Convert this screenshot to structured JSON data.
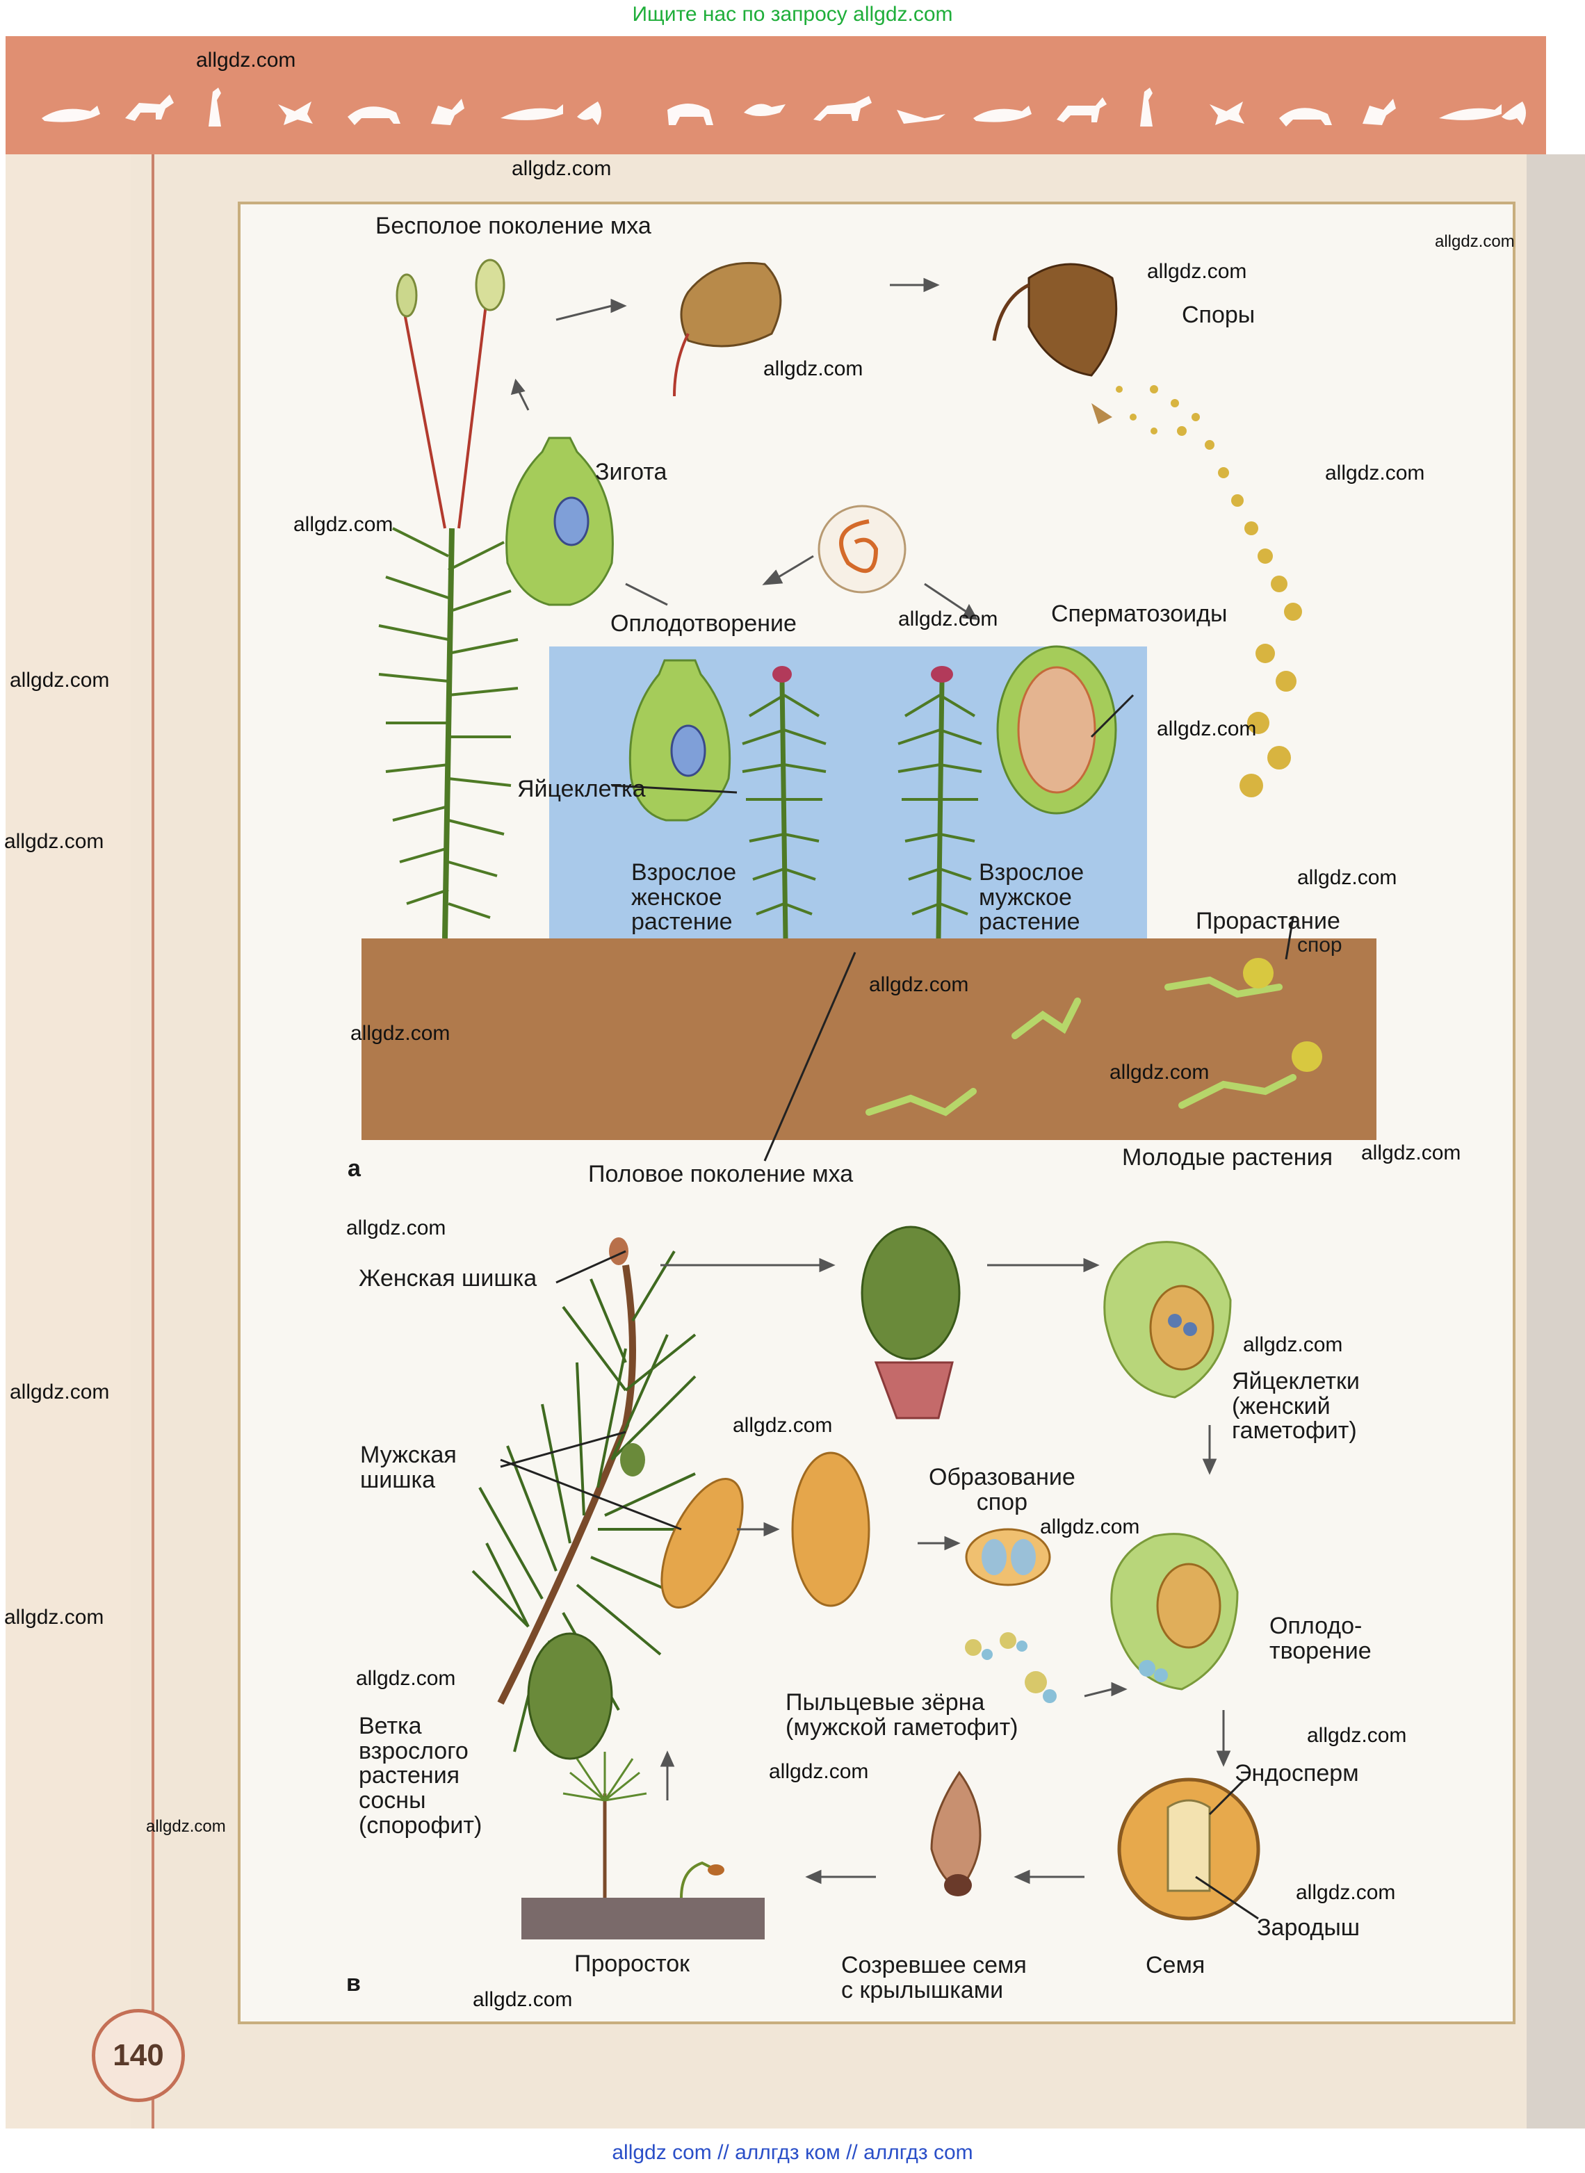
{
  "header": {
    "search_hint": "Ищите нас по запросу allgdz.com"
  },
  "footer": {
    "links_text": "allgdz com  //  аллгдз ком  //  аллгдз com"
  },
  "page_number": "140",
  "moss": {
    "asexual_generation": "Бесполое поколение мха",
    "spores": "Споры",
    "zygote": "Зигота",
    "fertilization": "Оплодотворение",
    "sperm": "Сперматозоиды",
    "egg_cell": "Яйцеклетка",
    "adult_female": "Взрослое\nженское\nрастение",
    "adult_male": "Взрослое\nмужское\nрастение",
    "spore_germination_1": "Прорастание",
    "spore_germination_2": "спор",
    "young_plants": "Молодые растения",
    "sexual_generation": "Половое поколение мха",
    "panel_letter": "а"
  },
  "pine": {
    "female_cone": "Женская шишка",
    "male_cone": "Мужская\nшишка",
    "egg_cells": "Яйцеклетки\n(женский\nгаметофит)",
    "spore_formation": "Образование\nспор",
    "fertilization": "Оплодо-\nтворение",
    "pollen": "Пыльцевые зёрна\n(мужской гаметофит)",
    "branch": "Ветка\nвзрослого\nрастения\nсосны\n(спорофит)",
    "endosperm": "Эндосперм",
    "embryo": "Зародыш",
    "seedling": "Проросток",
    "mature_seed": "Созревшее семя\nс крылышками",
    "seed": "Семя",
    "panel_letter": "в"
  },
  "watermarks": [
    "allgdz.com",
    "allgdz.com",
    "allgdz.com",
    "allgdz.com",
    "allgdz.com",
    "allgdz.com",
    "allgdz.com",
    "allgdz.com",
    "allgdz.com",
    "allgdz.com",
    "allgdz.com",
    "allgdz.com",
    "allgdz.com",
    "allgdz.com",
    "allgdz.com",
    "allgdz.com",
    "allgdz.com",
    "allgdz.com",
    "allgdz.com",
    "allgdz.com",
    "allgdz.com",
    "allgdz.com",
    "allgdz.com",
    "allgdz.com",
    "allgdz.com",
    "allgdz.com",
    "allgdz.com",
    "allgdz.com"
  ],
  "colors": {
    "banner": "#e08f72",
    "frame": "#c8ae7e",
    "soil": "#b07a4c",
    "water": "#a9c9ea",
    "plant_green": "#5e8a2e",
    "spore_yellow": "#d8b440",
    "pine_orange": "#e5a64b"
  }
}
